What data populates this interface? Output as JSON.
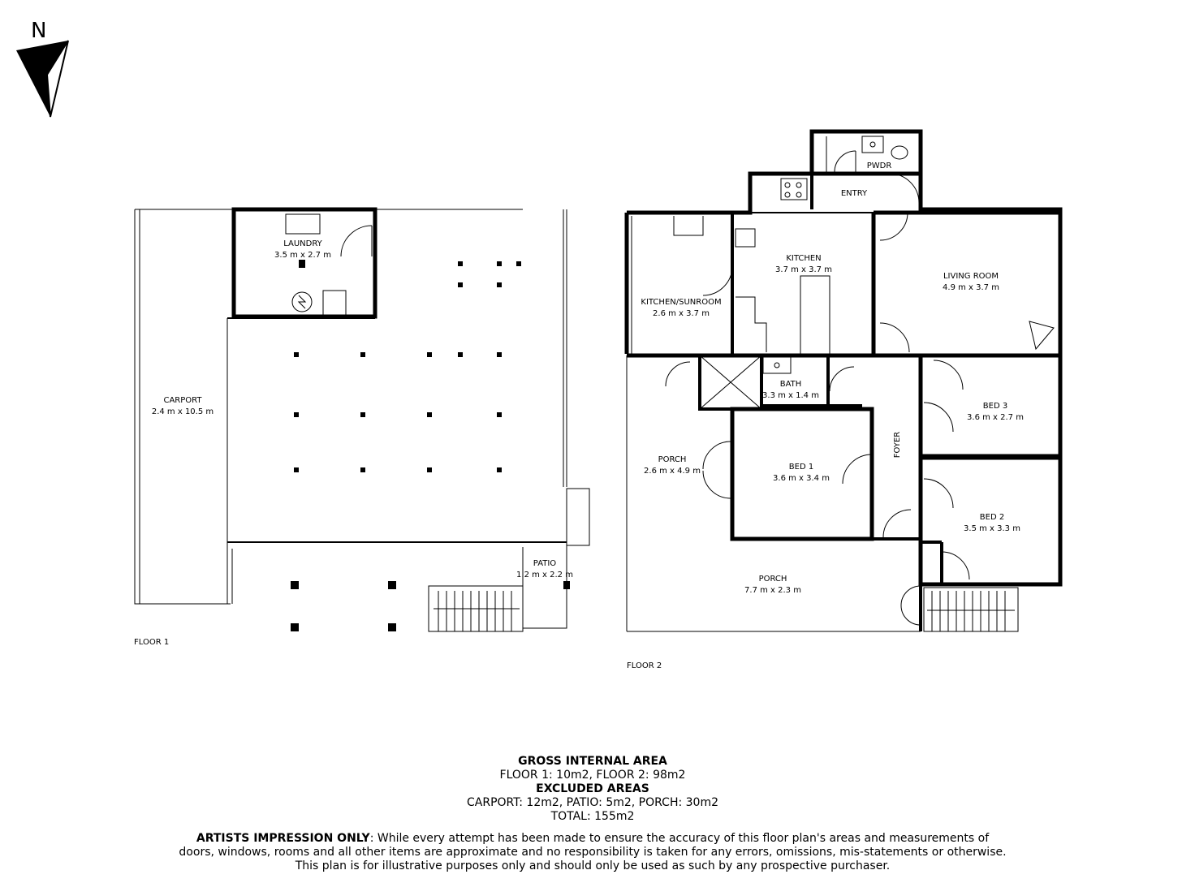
{
  "compass": {
    "letter": "N",
    "icon": "north-arrow-icon"
  },
  "floors": [
    {
      "name": "FLOOR 1"
    },
    {
      "name": "FLOOR 2"
    }
  ],
  "rooms": [
    {
      "id": "laundry",
      "name": "LAUNDRY",
      "dims": "3.5 m x 2.7 m"
    },
    {
      "id": "carport",
      "name": "CARPORT",
      "dims": "2.4 m x 10.5 m"
    },
    {
      "id": "patio",
      "name": "PATIO",
      "dims": "1.2 m x 2.2 m"
    },
    {
      "id": "pwdr",
      "name": "PWDR",
      "dims": ""
    },
    {
      "id": "entry",
      "name": "ENTRY",
      "dims": ""
    },
    {
      "id": "kitchen",
      "name": "KITCHEN",
      "dims": "3.7 m x 3.7 m"
    },
    {
      "id": "living",
      "name": "LIVING ROOM",
      "dims": "4.9 m x 3.7 m"
    },
    {
      "id": "sunroom",
      "name": "KITCHEN/SUNROOM",
      "dims": "2.6 m x 3.7 m"
    },
    {
      "id": "bath",
      "name": "BATH",
      "dims": "3.3 m x 1.4 m"
    },
    {
      "id": "bed3",
      "name": "BED 3",
      "dims": "3.6 m x 2.7 m"
    },
    {
      "id": "foyer",
      "name": "FOYER",
      "dims": ""
    },
    {
      "id": "porch-side",
      "name": "PORCH",
      "dims": "2.6 m x 4.9 m"
    },
    {
      "id": "bed1",
      "name": "BED 1",
      "dims": "3.6 m x 3.4 m"
    },
    {
      "id": "bed2",
      "name": "BED 2",
      "dims": "3.5 m x 3.3 m"
    },
    {
      "id": "porch-front",
      "name": "PORCH",
      "dims": "7.7 m x 2.3 m"
    }
  ],
  "area": {
    "heading": "GROSS INTERNAL AREA",
    "floors_line": "FLOOR 1: 10m2, FLOOR 2: 98m2",
    "excluded_heading": "EXCLUDED AREAS",
    "excluded_line": "CARPORT: 12m2, PATIO: 5m2, PORCH: 30m2",
    "total": "TOTAL: 155m2"
  },
  "disclaimer": {
    "lead": "ARTISTS IMPRESSION ONLY",
    "line1": ": While every attempt has been made to ensure the accuracy of this floor plan's areas and measurements of",
    "line2": "doors, windows, rooms and all other items are approximate and no responsibility is taken for any errors, omissions, mis-statements or otherwise.",
    "line3": "This plan is for illustrative purposes only and should only be used as such by any prospective purchaser."
  }
}
